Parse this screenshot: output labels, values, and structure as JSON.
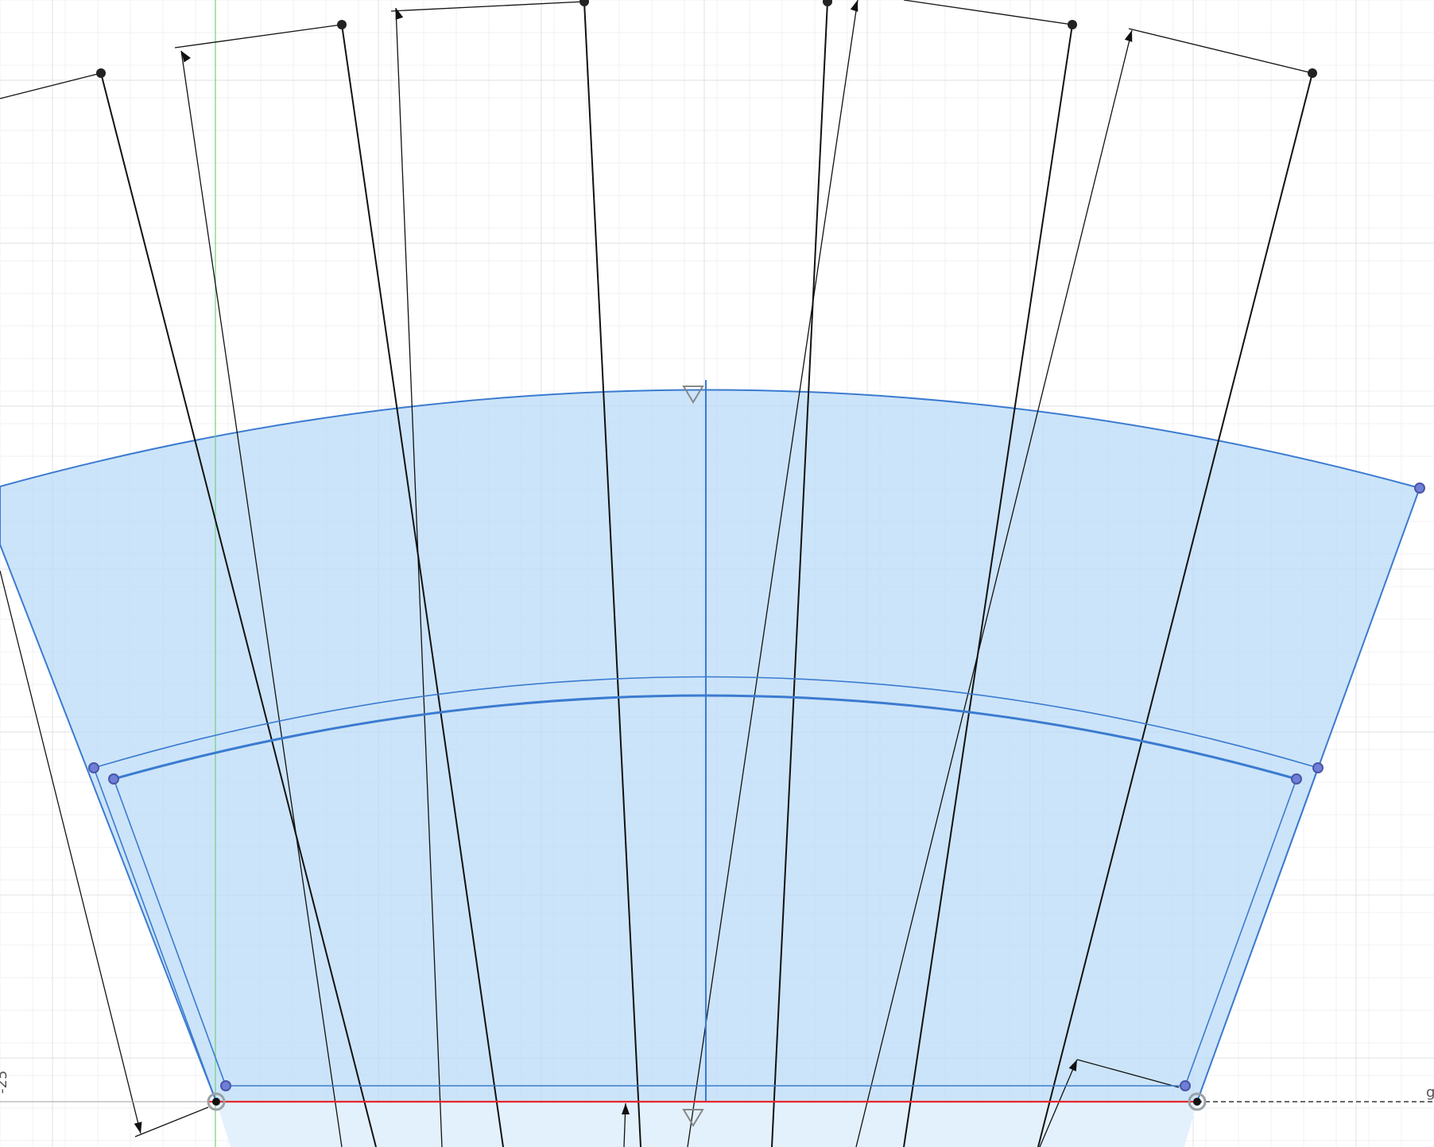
{
  "canvas": {
    "background": "#ffffff",
    "grid_minor_color": "#f0f2f4",
    "grid_major_color": "#dde1e5",
    "grid_minor_spacing": 41,
    "grid_major_spacing": 205
  },
  "colors": {
    "profile_fill": "#b9d9f7",
    "profile_fill_opacity": 0.72,
    "lower_fill": "#e3f1fd",
    "sketch_line": "#3b7bd0",
    "construction_line": "#111111",
    "fixed_point": "#222222",
    "x_axis": "#e8262c",
    "y_axis": "#6fd27a",
    "point_outline": "#4a56a8"
  },
  "axes": {
    "x_axis_label": "-25",
    "right_edge_label": "g"
  },
  "icons": {
    "constraint_markers": [
      "midpoint-triangle-icon",
      "midpoint-triangle-icon"
    ],
    "point_markers": "sketch-point-icon"
  }
}
